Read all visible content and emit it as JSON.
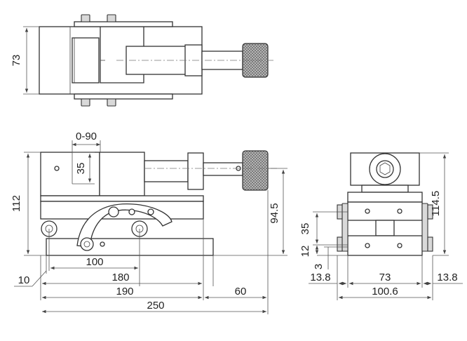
{
  "dimensions": {
    "top_height": "73",
    "angle_range": "0-90",
    "jaw_height": "35",
    "overall_height": "112",
    "height_to_top": "94.5",
    "d10": "10",
    "d100": "100",
    "d180": "180",
    "d190": "190",
    "d60": "60",
    "d250": "250",
    "side_height": "114.5",
    "side_35": "35",
    "side_12": "12",
    "side_3": "3",
    "left_13_8": "13.8",
    "mid_73": "73",
    "right_13_8": "13.8",
    "width_100_6": "100.6"
  }
}
